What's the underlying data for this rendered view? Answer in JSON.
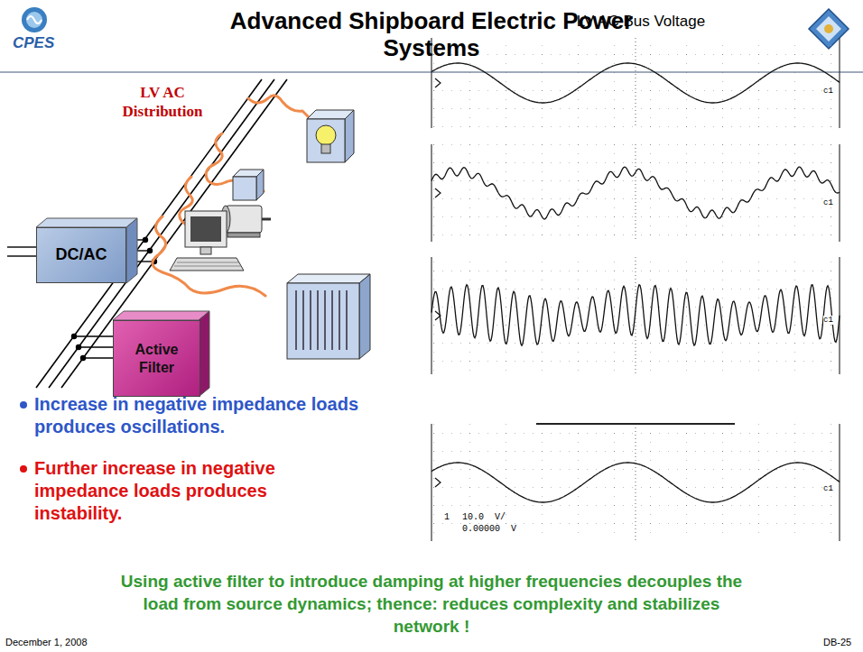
{
  "diagram": {
    "title": "Advanced Shipboard Electric Power Systems",
    "nodes": [
      {
        "text": [
          "DC/AC"
        ]
      },
      {
        "text": [
          "Active Filter"
        ]
      }
    ],
    "labels": [
      "CPES",
      "LV AC Distribution",
      "LV AC Bus Voltage",
      "c1",
      "c1",
      "c1",
      "c1",
      "1",
      "10.0  V/",
      "0.00000  V",
      "Increase in negative impedance loads produces oscillations.",
      "Further increase in negative impedance loads produces instability.",
      "Using active filter to introduce damping at higher frequencies decouples the load from source dynamics; thence: reduces complexity and stabilizes network !",
      "December 1, 2008",
      "DB-25"
    ]
  }
}
